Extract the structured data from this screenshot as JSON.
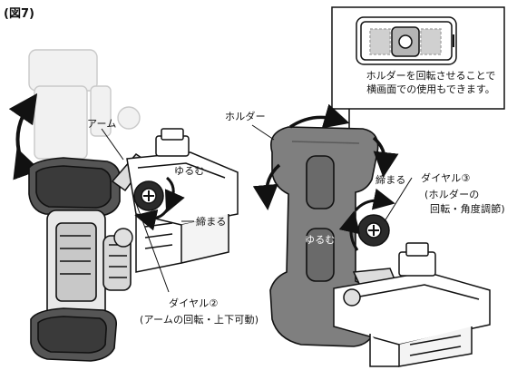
{
  "figure": {
    "label": "(図7)"
  },
  "callout": {
    "line1": "ホルダーを回転させることで",
    "line2": "横画面での使用もできます。"
  },
  "labels": {
    "arm": "アーム",
    "loosen_left": "ゆるむ",
    "tighten_left": "締まる",
    "dial2": "ダイヤル②",
    "dial2_desc": "(アームの回転・上下可動)",
    "holder": "ホルダー",
    "tighten_right": "締まる",
    "dial3": "ダイヤル③",
    "dial3_desc1": "(ホルダーの",
    "dial3_desc2": "回転・角度調節)",
    "loosen_right": "ゆるむ"
  },
  "colors": {
    "holder_fill": "#7f7f7f",
    "line": "#111111",
    "ghost": "#cfcfcf"
  }
}
